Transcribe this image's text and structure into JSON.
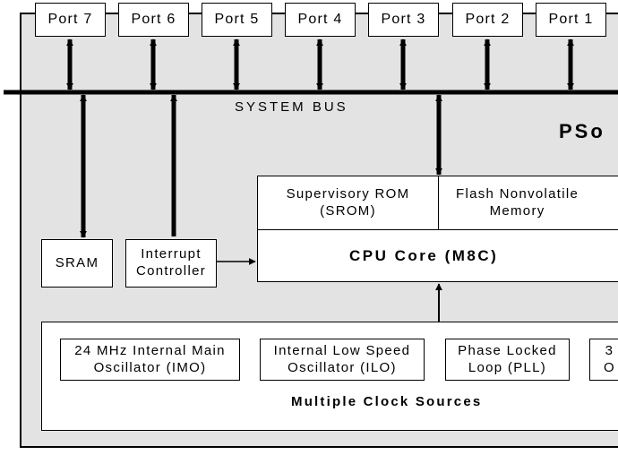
{
  "ports": [
    "Port 7",
    "Port 6",
    "Port 5",
    "Port 4",
    "Port 3",
    "Port 2",
    "Port 1"
  ],
  "system_bus_label": "SYSTEM BUS",
  "chip_label": "PSo",
  "sram_label": "SRAM",
  "interrupt_controller_label": "Interrupt\nController",
  "srom_label": "Supervisory ROM\n(SROM)",
  "flash_label": "Flash Nonvolatile\nMemory",
  "cpu_core_label": "CPU Core (M8C)",
  "clock_sources_label": "Multiple Clock Sources",
  "imo_label": "24 MHz Internal Main\nOscillator (IMO)",
  "ilo_label": "Internal Low Speed\nOscillator (ILO)",
  "pll_label": "Phase Locked\nLoop (PLL)",
  "partial_osc_label": "3\nO"
}
